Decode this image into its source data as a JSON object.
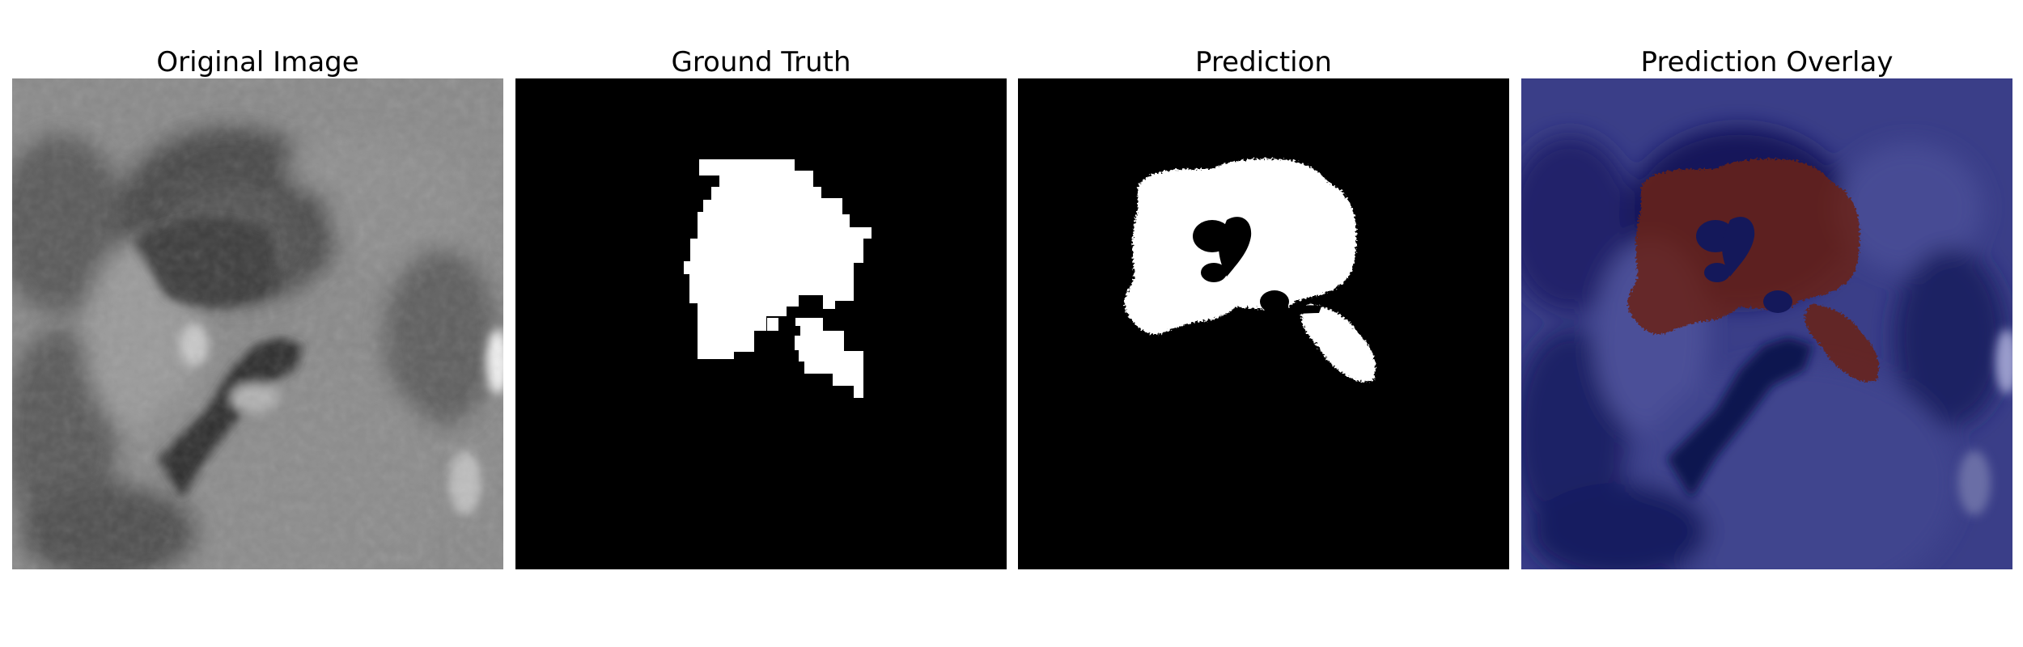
{
  "panels": [
    {
      "title": "Original Image"
    },
    {
      "title": "Ground Truth"
    },
    {
      "title": "Prediction"
    },
    {
      "title": "Prediction Overlay"
    }
  ],
  "colors": {
    "background": "#ffffff",
    "mask_background": "#000000",
    "mask_foreground": "#ffffff",
    "overlay_base": "#0a0c5a",
    "overlay_prediction": "#6a2418"
  }
}
